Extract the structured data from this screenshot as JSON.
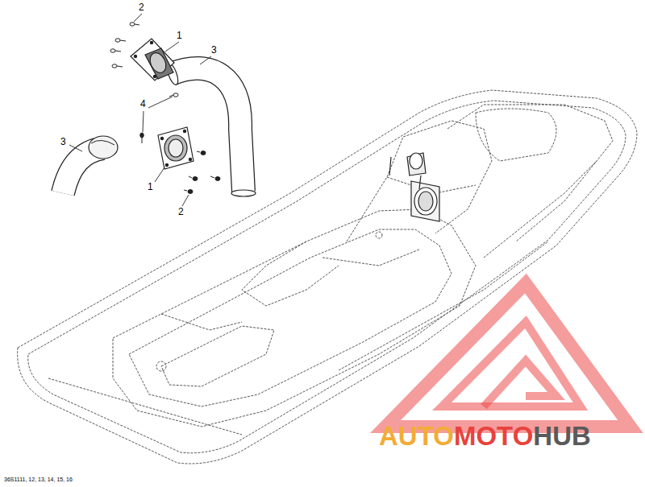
{
  "diagram": {
    "labels": [
      "2",
      "1",
      "3",
      "4",
      "3",
      "1",
      "2",
      "36S1111, 12, 13, 14, 15, 16",
      "AUTO",
      "MOTO",
      "HUB"
    ]
  }
}
